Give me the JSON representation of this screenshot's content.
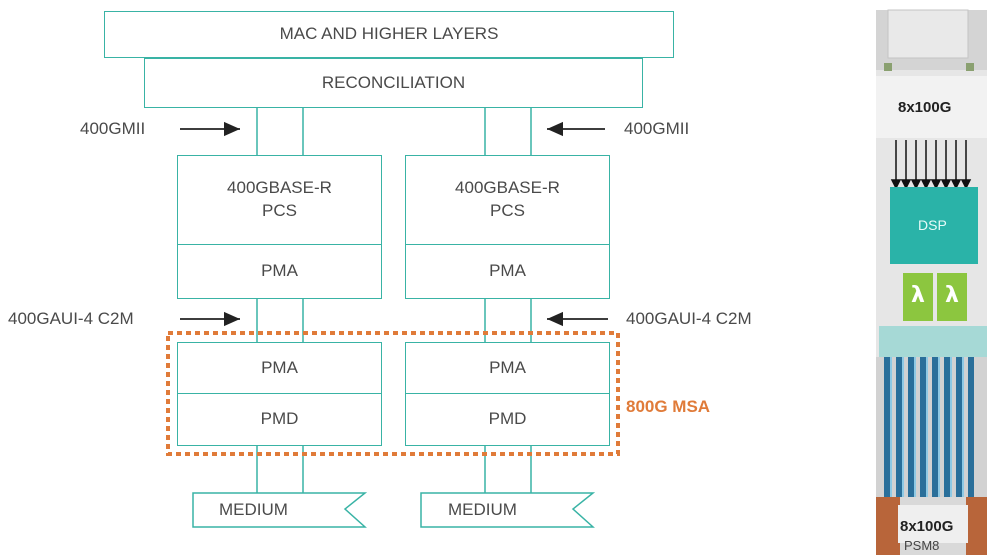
{
  "stack": {
    "mac": "MAC AND HIGHER LAYERS",
    "reconciliation": "RECONCILIATION",
    "gmii_left": "400GMII",
    "gmii_right": "400GMII",
    "pcs_left": "400GBASE-R\nPCS",
    "pcs_right": "400GBASE-R\nPCS",
    "pma_upper_left": "PMA",
    "pma_upper_right": "PMA",
    "aui_left": "400GAUI-4 C2M",
    "aui_right": "400GAUI-4 C2M",
    "pma_lower_left": "PMA",
    "pma_lower_right": "PMA",
    "pmd_left": "PMD",
    "pmd_right": "PMD",
    "medium_left": "MEDIUM",
    "medium_right": "MEDIUM",
    "msa_label": "800G MSA"
  },
  "module": {
    "top_label": "8x100G",
    "dsp_label": "DSP",
    "lambda_1": "λ",
    "lambda_2": "λ",
    "bottom_label": "8x100G",
    "bottom_sublabel": "PSM8"
  },
  "colors": {
    "box_border": "#39b3a5",
    "msa_orange": "#e07b39",
    "dsp_teal": "#2ab3a8",
    "lambda_green": "#8cc63f",
    "fiber_blue": "#2a6f9a",
    "connector_copper": "#b8653a"
  }
}
